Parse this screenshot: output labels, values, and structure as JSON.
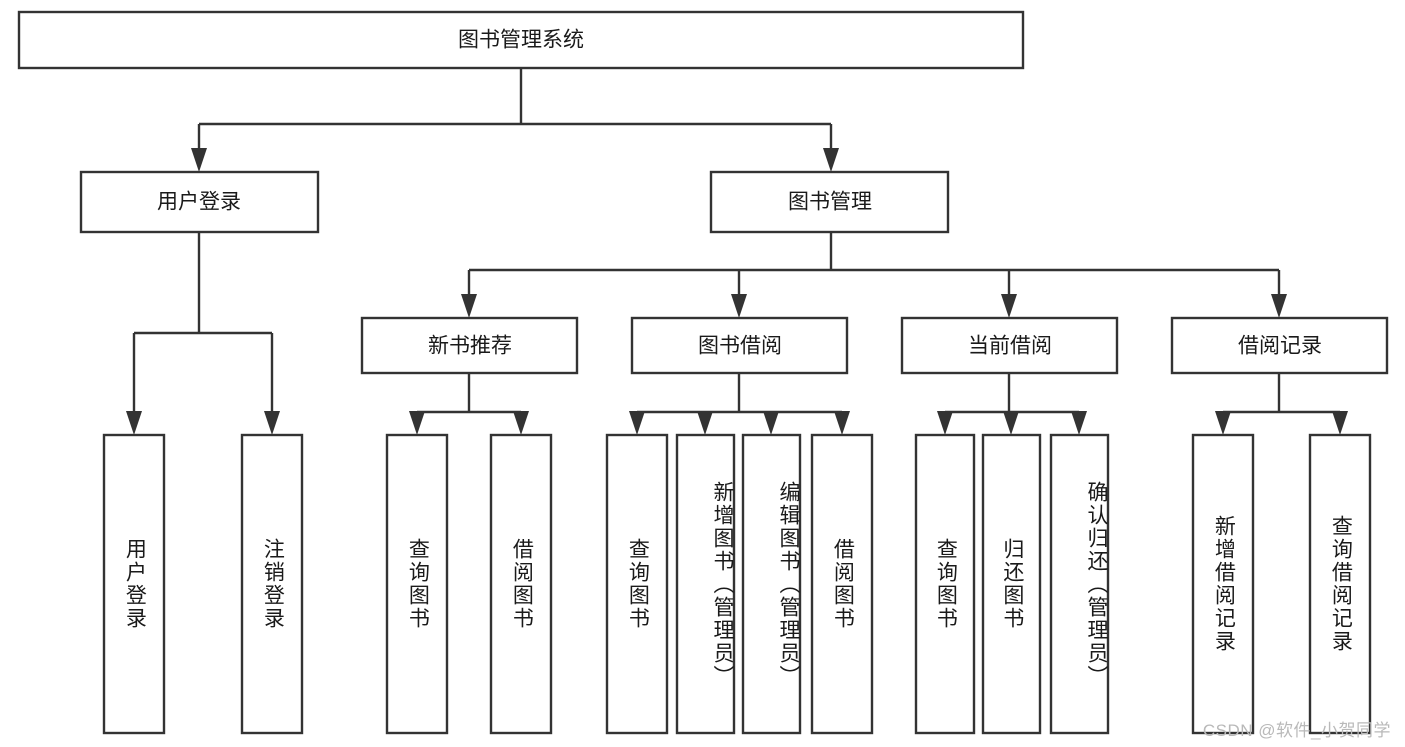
{
  "diagram": {
    "title": "图书管理系统",
    "type": "tree-hierarchy",
    "style": {
      "box_fill": "#ffffff",
      "box_stroke": "#333333",
      "text_color": "#1a1a1a",
      "background": "#ffffff",
      "watermark_color": "#b9b9b9"
    },
    "root": {
      "label": "图书管理系统"
    },
    "level2": [
      {
        "label": "用户登录"
      },
      {
        "label": "图书管理"
      }
    ],
    "level3": [
      {
        "label": "新书推荐"
      },
      {
        "label": "图书借阅"
      },
      {
        "label": "当前借阅"
      },
      {
        "label": "借阅记录"
      }
    ],
    "leaves": {
      "user_login": [
        {
          "label": "用户登录"
        },
        {
          "label": "注销登录"
        }
      ],
      "new_book_recommend": [
        {
          "label": "查询图书"
        },
        {
          "label": "借阅图书"
        }
      ],
      "book_borrow": [
        {
          "label": "查询图书"
        },
        {
          "label": "新增图书（管理员）"
        },
        {
          "label": "编辑图书（管理员）"
        },
        {
          "label": "借阅图书"
        }
      ],
      "current_borrow": [
        {
          "label": "查询图书"
        },
        {
          "label": "归还图书"
        },
        {
          "label": "确认归还（管理员）"
        }
      ],
      "borrow_record": [
        {
          "label": "新增借阅记录"
        },
        {
          "label": "查询借阅记录"
        }
      ]
    }
  },
  "watermark": {
    "text": "CSDN @软件_小贺同学"
  }
}
